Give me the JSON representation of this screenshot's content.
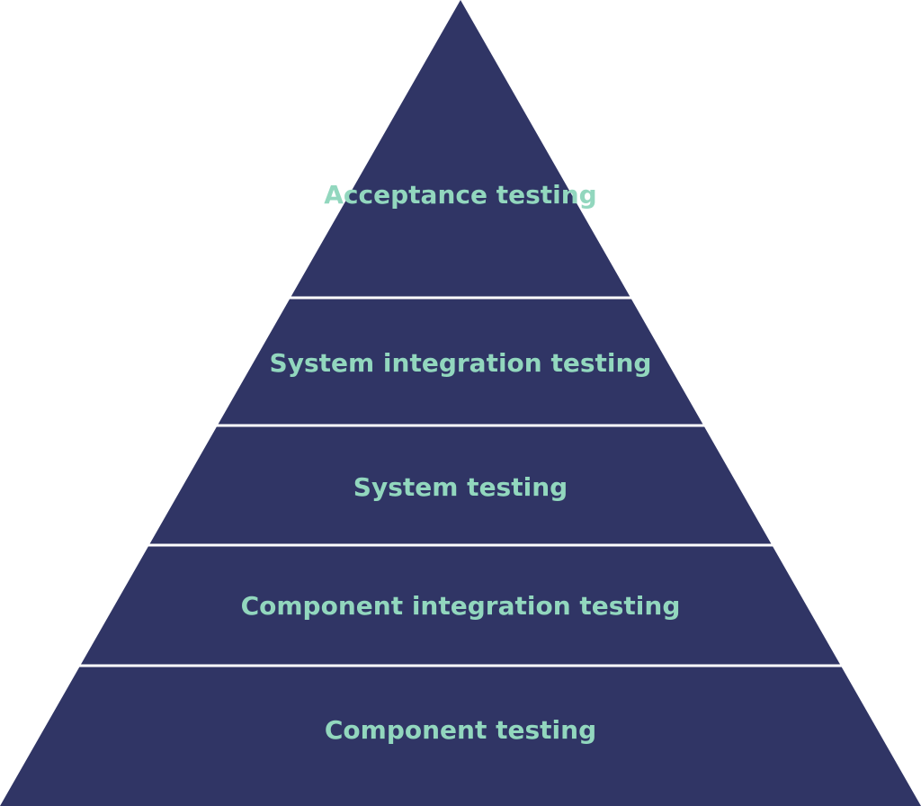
{
  "colors": {
    "tier_fill": "#303565",
    "divider": "#ffffff",
    "label": "#92d7be"
  },
  "pyramid": {
    "levels": [
      {
        "label": "Acceptance testing"
      },
      {
        "label": "System integration testing"
      },
      {
        "label": "System testing"
      },
      {
        "label": "Component integration testing"
      },
      {
        "label": "Component testing"
      }
    ]
  }
}
